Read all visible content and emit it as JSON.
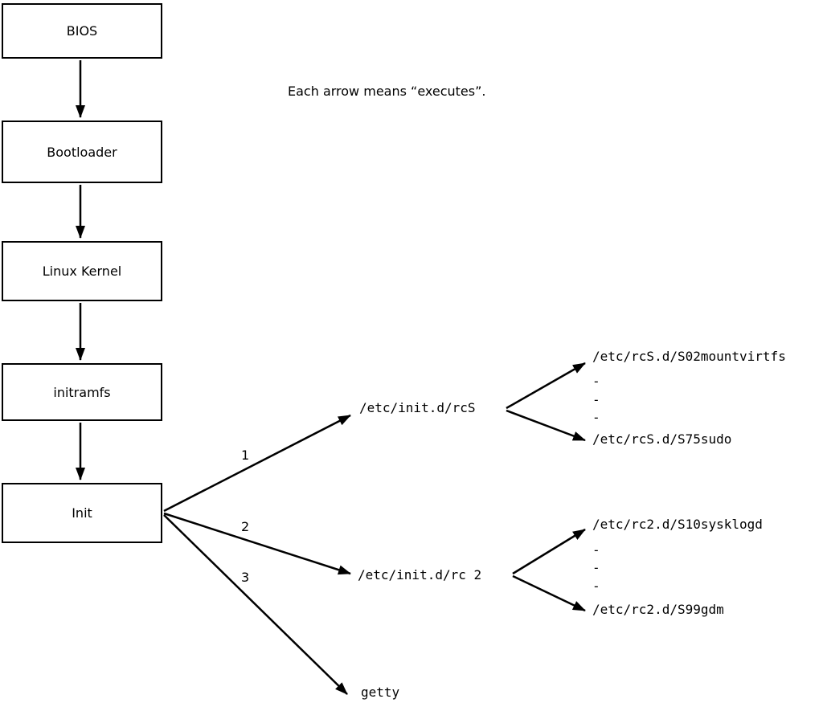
{
  "caption": "Each arrow means “executes”.",
  "chain": [
    {
      "label": "BIOS"
    },
    {
      "label": "Bootloader"
    },
    {
      "label": "Linux Kernel"
    },
    {
      "label": "initramfs"
    },
    {
      "label": "Init"
    }
  ],
  "branches": [
    {
      "number": "1",
      "target": "/etc/init.d/rcS"
    },
    {
      "number": "2",
      "target": "/etc/init.d/rc 2"
    },
    {
      "number": "3",
      "target": "getty"
    }
  ],
  "rcS_group": {
    "first": "/etc/rcS.d/S02mountvirtfs",
    "dots": [
      "-",
      "-",
      "-"
    ],
    "last": "/etc/rcS.d/S75sudo"
  },
  "rc2_group": {
    "first": "/etc/rc2.d/S10sysklogd",
    "dots": [
      "-",
      "-",
      "-"
    ],
    "last": "/etc/rc2.d/S99gdm"
  },
  "colors": {
    "line": "#000000",
    "box_border": "#000000",
    "background": "#ffffff"
  }
}
